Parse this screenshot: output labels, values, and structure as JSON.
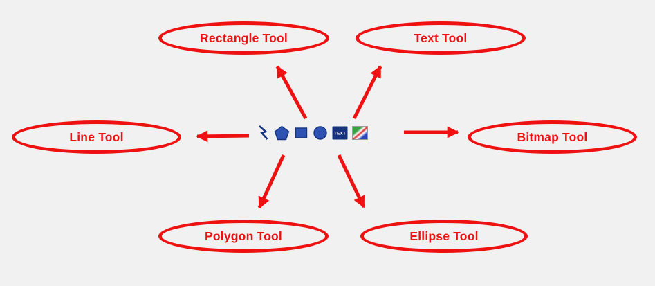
{
  "colors": {
    "accent": "#ee1111",
    "background": "#f1f1f1",
    "icon_blue": "#2e52b2",
    "icon_navy": "#16327e"
  },
  "callouts": {
    "rectangle": {
      "label": "Rectangle Tool"
    },
    "text": {
      "label": "Text Tool"
    },
    "line": {
      "label": "Line Tool"
    },
    "bitmap": {
      "label": "Bitmap Tool"
    },
    "polygon": {
      "label": "Polygon Tool"
    },
    "ellipse": {
      "label": "Ellipse Tool"
    }
  },
  "toolbar": {
    "tools": [
      "line",
      "polygon",
      "rectangle",
      "ellipse",
      "text",
      "bitmap"
    ],
    "text_icon_label": "TEXT"
  }
}
